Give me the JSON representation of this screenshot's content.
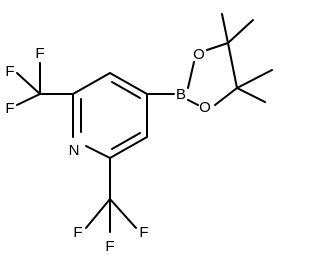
{
  "molecule": {
    "atoms": {
      "boron": "B",
      "oxygen_top": "O",
      "oxygen_bottom": "O",
      "nitrogen": "N",
      "fluorines_left_cf3": [
        "F",
        "F",
        "F"
      ],
      "fluorines_bottom_cf3": [
        "F",
        "F",
        "F"
      ]
    }
  },
  "colors": {
    "bond": "#000000",
    "label": "#000000",
    "background": "#ffffff"
  }
}
